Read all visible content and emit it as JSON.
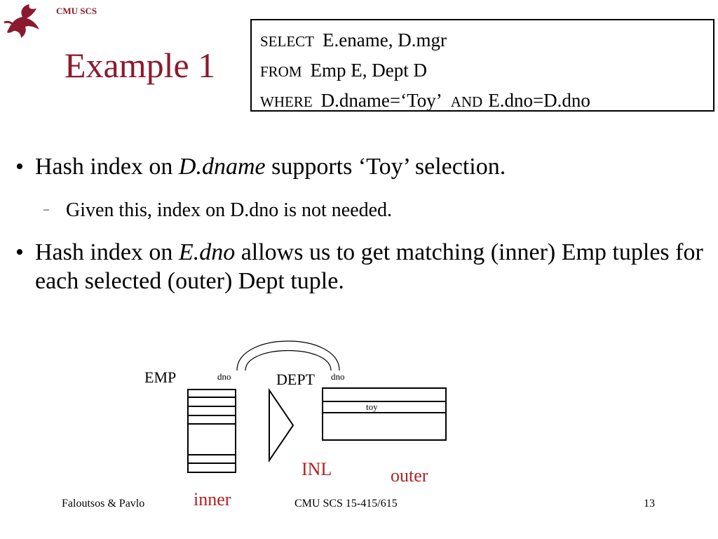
{
  "header": {
    "org_label": "CMU SCS"
  },
  "slide": {
    "title": "Example 1"
  },
  "sql": {
    "select_kw": "SELECT",
    "select_rest": "E.ename, D.mgr",
    "from_kw": "FROM",
    "from_rest": "Emp E, Dept D",
    "where_kw": "WHERE",
    "where_rest": "D.dname=‘Toy’",
    "and_kw": "AND",
    "where_rest2": "E.dno=D.dno"
  },
  "bullets": {
    "b1_pre": "Hash index on ",
    "b1_italic": "D.dname",
    "b1_post": " supports ‘Toy’ selection.",
    "sub1": "Given this, index on D.dno is not needed.",
    "b2_pre": "Hash index on ",
    "b2_italic": "E.dno",
    "b2_post": " allows us to get matching (inner) Emp tuples for each selected (outer) Dept tuple."
  },
  "diagram": {
    "emp_label": "EMP",
    "emp_dno": "dno",
    "dept_label": "DEPT",
    "dept_dno": "dno",
    "toy_label": "toy",
    "inl_label": "INL",
    "outer_label": "outer",
    "inner_label": "inner",
    "label_color": "#B22222"
  },
  "footer": {
    "authors": "Faloutsos & Pavlo",
    "course": "CMU SCS 15-415/615",
    "page": "13"
  },
  "colors": {
    "title": "#8B1A2E"
  }
}
